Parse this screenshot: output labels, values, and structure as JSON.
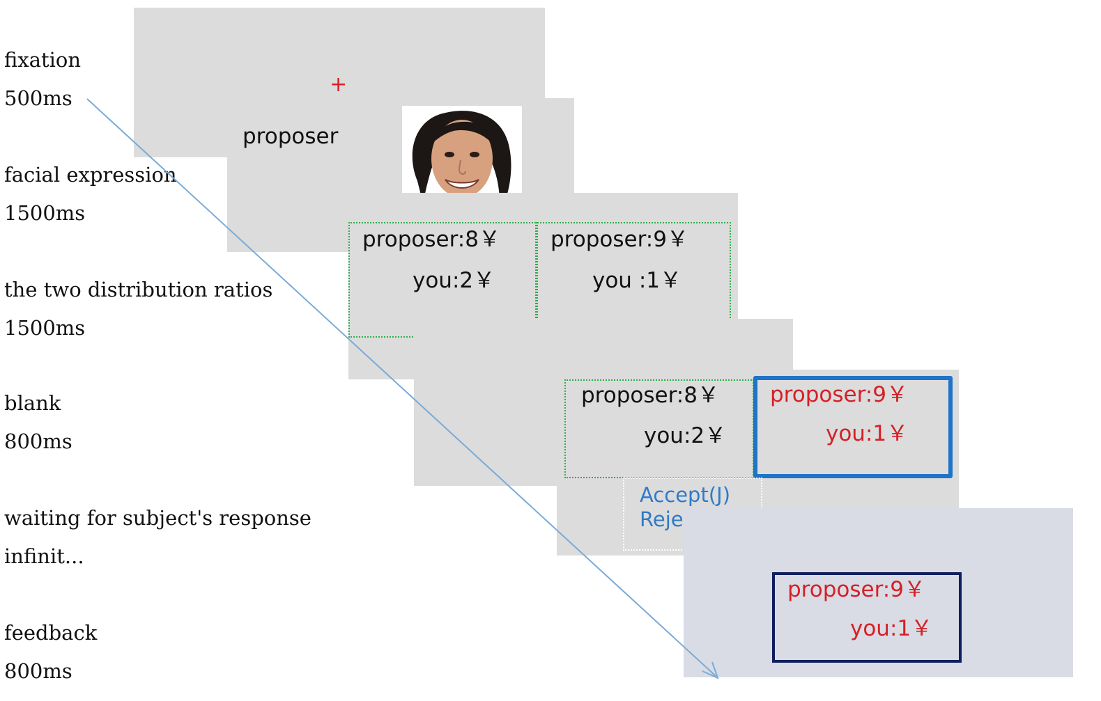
{
  "stages": [
    {
      "name": "fixation",
      "duration": "500ms"
    },
    {
      "name": "facial expression",
      "duration": "1500ms"
    },
    {
      "name": "the two distribution ratios",
      "duration": "1500ms"
    },
    {
      "name": "blank",
      "duration": "800ms"
    },
    {
      "name": "waiting for subject's response",
      "duration": "infinit..."
    },
    {
      "name": "feedback",
      "duration": "800ms"
    }
  ],
  "fixation": {
    "cross": "+"
  },
  "face_screen": {
    "label": "proposer"
  },
  "ratios": {
    "left": {
      "proposer": "proposer:8￥",
      "you": "you:2￥"
    },
    "right": {
      "proposer": "proposer:9￥",
      "you": "you :1￥"
    }
  },
  "response": {
    "left": {
      "proposer": "proposer:8￥",
      "you": "you:2￥"
    },
    "right": {
      "proposer": "proposer:9￥",
      "you": "you:1￥"
    },
    "accept": "Accept(J)",
    "reject": "Reject(F)"
  },
  "feedback": {
    "proposer": "proposer:9￥",
    "you": "you:1￥"
  },
  "colors": {
    "screen": "#dcdcdc",
    "feedback_bg": "#d9dce5",
    "selected_blue": "#1f74c7",
    "feedback_border": "#0f1f5e",
    "text_red": "#d61f26",
    "text_blue": "#2f7ac9",
    "arrow": "#7aaad6"
  }
}
